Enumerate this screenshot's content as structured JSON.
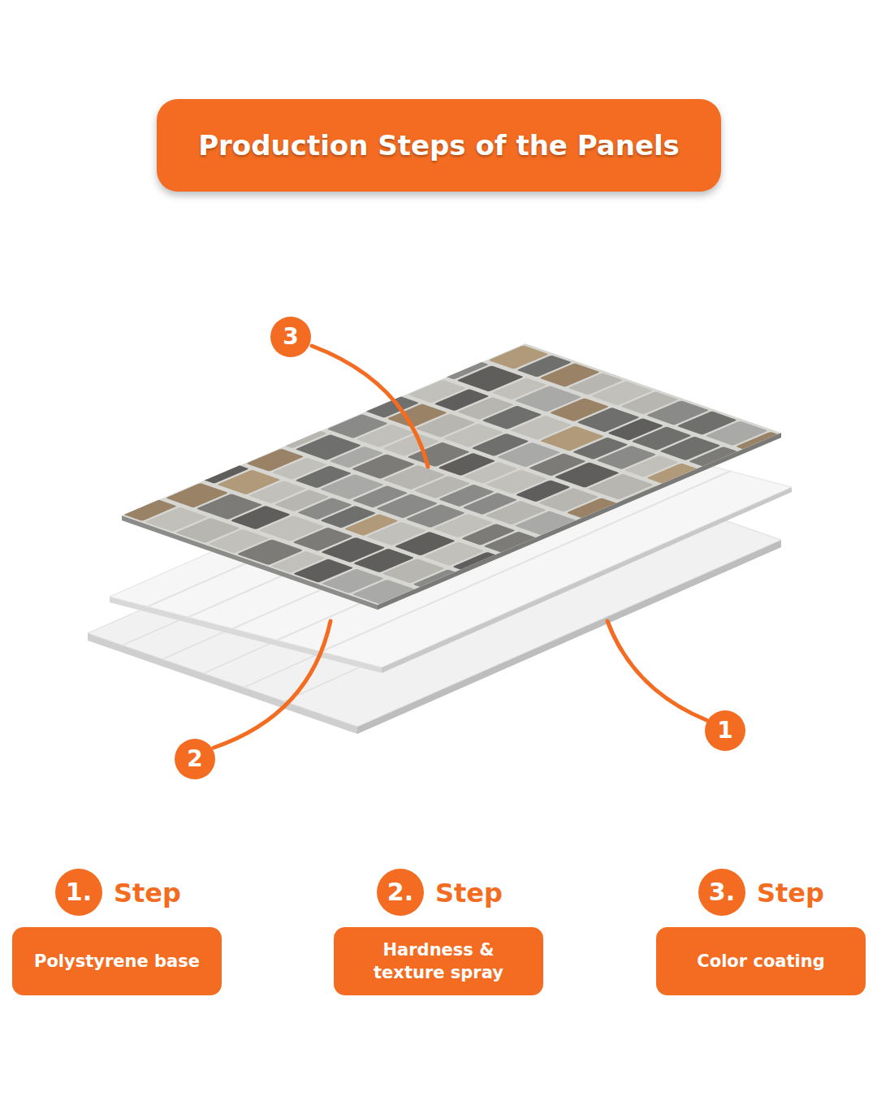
{
  "diagram": {
    "title": "Production Steps of the Panels",
    "nodes": [
      {
        "text": [
          "3"
        ]
      },
      {
        "text": [
          "2"
        ]
      },
      {
        "text": [
          "1"
        ]
      },
      {
        "text": [
          "1."
        ]
      },
      {
        "text": [
          "Polystyrene base"
        ]
      },
      {
        "text": [
          "2."
        ]
      },
      {
        "text": [
          "Hardness & texture spray"
        ]
      },
      {
        "text": [
          "3."
        ]
      },
      {
        "text": [
          "Color coating"
        ]
      }
    ],
    "labels": [
      "Step",
      "Step",
      "Step"
    ]
  }
}
